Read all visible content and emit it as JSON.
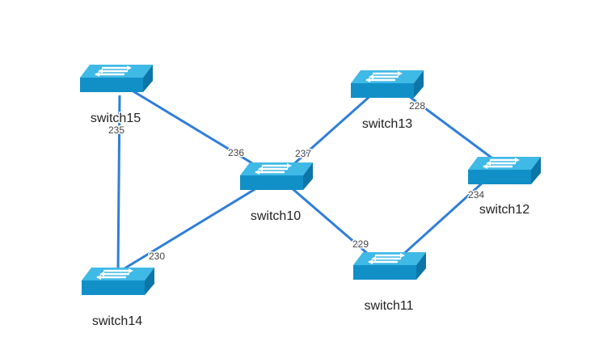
{
  "colors": {
    "link": "#2f7ed8",
    "switch_top": "#3fb9e6",
    "switch_front": "#1190c8",
    "switch_side": "#0d76a8",
    "arrows": "#ffffff"
  },
  "icon": "network-switch-icon",
  "nodes": [
    {
      "id": "switch15",
      "label": "switch15"
    },
    {
      "id": "switch14",
      "label": "switch14"
    },
    {
      "id": "switch10",
      "label": "switch10"
    },
    {
      "id": "switch13",
      "label": "switch13"
    },
    {
      "id": "switch12",
      "label": "switch12"
    },
    {
      "id": "switch11",
      "label": "switch11"
    }
  ],
  "links": [
    {
      "from": "switch15",
      "to": "switch14",
      "port_label": "235"
    },
    {
      "from": "switch15",
      "to": "switch10",
      "port_label": "236"
    },
    {
      "from": "switch14",
      "to": "switch10",
      "port_label": "230"
    },
    {
      "from": "switch10",
      "to": "switch13",
      "port_label": "237"
    },
    {
      "from": "switch10",
      "to": "switch11",
      "port_label": "229"
    },
    {
      "from": "switch13",
      "to": "switch12",
      "port_label": "228"
    },
    {
      "from": "switch11",
      "to": "switch12",
      "port_label": "234"
    }
  ]
}
